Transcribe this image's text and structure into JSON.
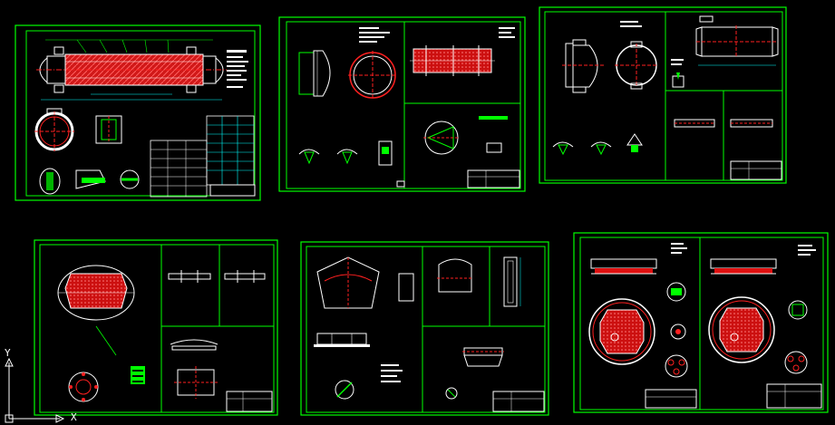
{
  "canvas": {
    "background": "#000000"
  },
  "colors": {
    "frame": "#00ff00",
    "outline": "#ffffff",
    "hatch": "#ff2020",
    "centerline": "#ff2020",
    "dimension": "#00ffff",
    "text": "#ffffff"
  },
  "ucs": {
    "x_label": "X",
    "y_label": "Y"
  },
  "sheets": [
    {
      "id": "sheet-1",
      "subject": "exchanger-assembly"
    },
    {
      "id": "sheet-2",
      "subject": "shell-and-head"
    },
    {
      "id": "sheet-3",
      "subject": "channel-box"
    },
    {
      "id": "sheet-4",
      "subject": "tube-sheet"
    },
    {
      "id": "sheet-5",
      "subject": "saddle-support"
    },
    {
      "id": "sheet-6",
      "subject": "baffle-plates"
    }
  ]
}
